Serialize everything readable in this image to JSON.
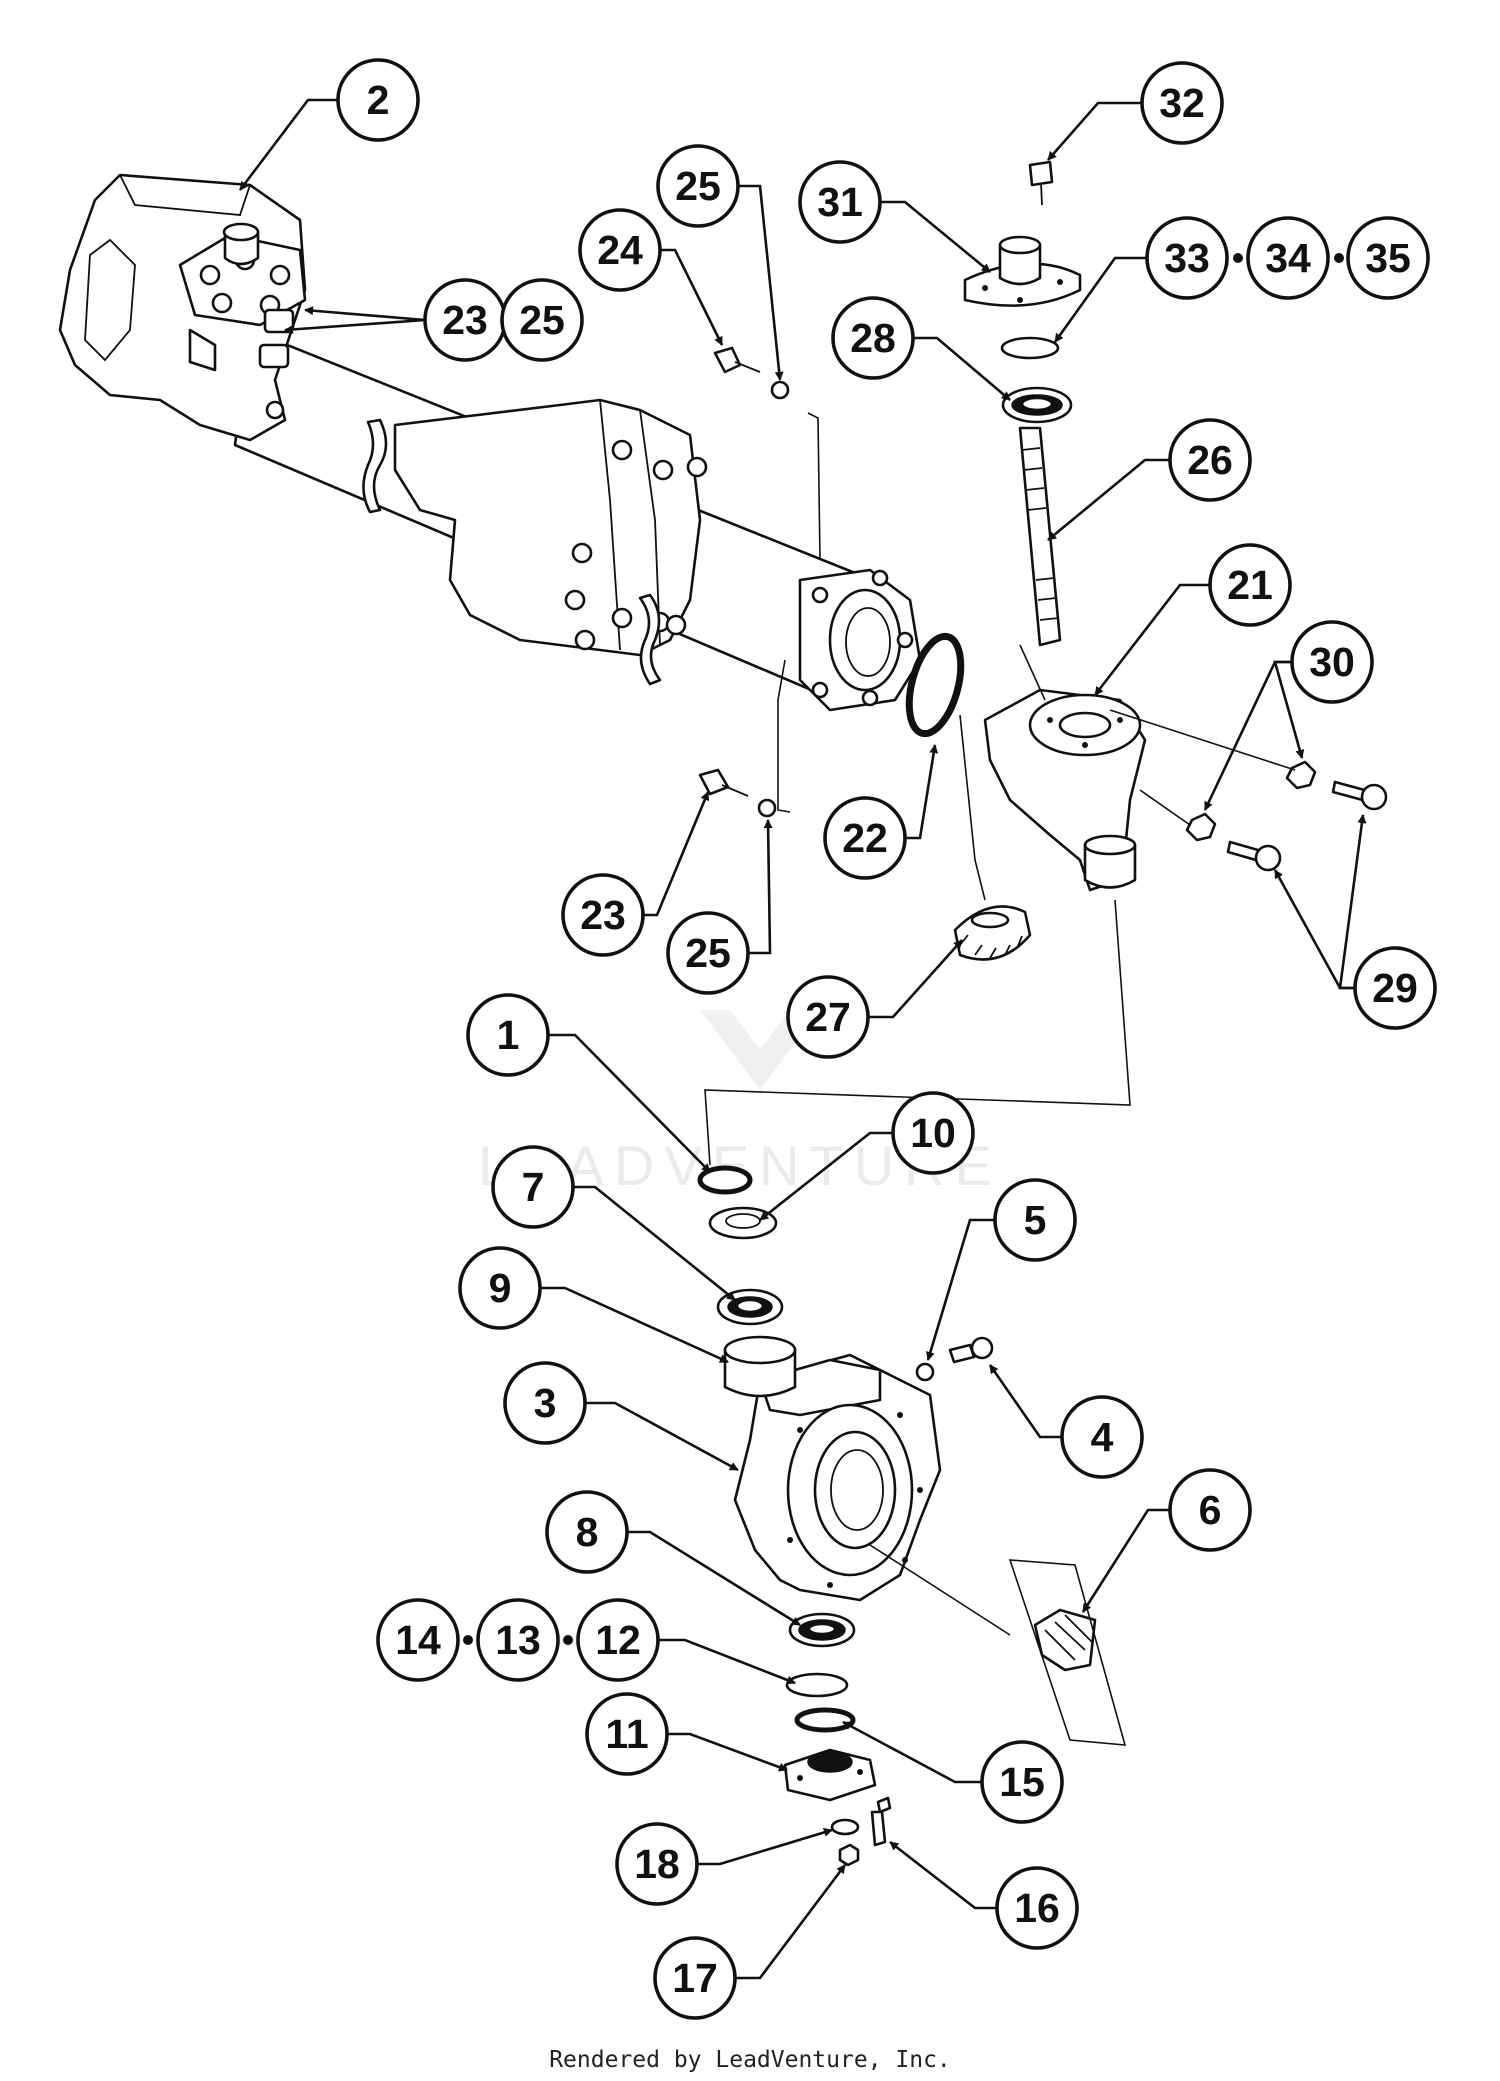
{
  "callouts": [
    {
      "id": "c2",
      "label": "2"
    },
    {
      "id": "c32",
      "label": "32"
    },
    {
      "id": "c25a",
      "label": "25"
    },
    {
      "id": "c31",
      "label": "31"
    },
    {
      "id": "c24",
      "label": "24"
    },
    {
      "id": "c33",
      "label": "33"
    },
    {
      "id": "c34",
      "label": "34"
    },
    {
      "id": "c35",
      "label": "35"
    },
    {
      "id": "c23a",
      "label": "23"
    },
    {
      "id": "c25b",
      "label": "25"
    },
    {
      "id": "c28",
      "label": "28"
    },
    {
      "id": "c26",
      "label": "26"
    },
    {
      "id": "c21",
      "label": "21"
    },
    {
      "id": "c30",
      "label": "30"
    },
    {
      "id": "c22",
      "label": "22"
    },
    {
      "id": "c23b",
      "label": "23"
    },
    {
      "id": "c25c",
      "label": "25"
    },
    {
      "id": "c27",
      "label": "27"
    },
    {
      "id": "c29",
      "label": "29"
    },
    {
      "id": "c1",
      "label": "1"
    },
    {
      "id": "c10",
      "label": "10"
    },
    {
      "id": "c7",
      "label": "7"
    },
    {
      "id": "c5",
      "label": "5"
    },
    {
      "id": "c9",
      "label": "9"
    },
    {
      "id": "c3",
      "label": "3"
    },
    {
      "id": "c4",
      "label": "4"
    },
    {
      "id": "c6",
      "label": "6"
    },
    {
      "id": "c8",
      "label": "8"
    },
    {
      "id": "c14",
      "label": "14"
    },
    {
      "id": "c13",
      "label": "13"
    },
    {
      "id": "c12",
      "label": "12"
    },
    {
      "id": "c11",
      "label": "11"
    },
    {
      "id": "c15",
      "label": "15"
    },
    {
      "id": "c18",
      "label": "18"
    },
    {
      "id": "c16",
      "label": "16"
    },
    {
      "id": "c17",
      "label": "17"
    }
  ],
  "watermark": "LEADVENTURE",
  "footer": "Rendered by LeadVenture, Inc."
}
